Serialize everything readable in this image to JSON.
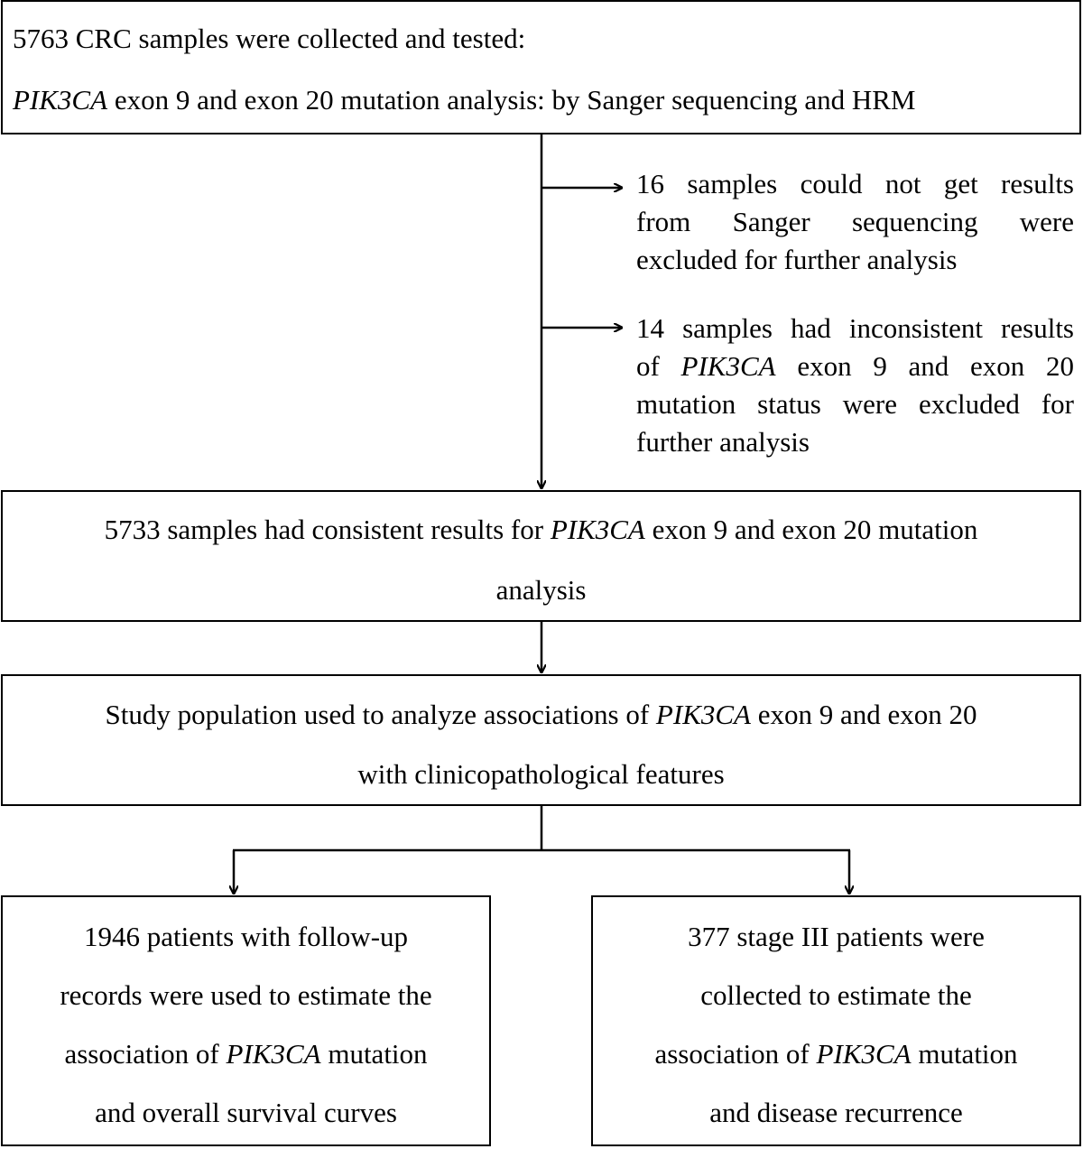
{
  "top_box": {
    "line1": "5763 CRC samples were collected and tested:",
    "line2_italic": "PIK3CA",
    "line2_rest": " exon 9 and exon 20 mutation analysis: by Sanger sequencing and HRM"
  },
  "exclusion_1": {
    "line1": "16 samples could not get results",
    "line2": "from Sanger sequencing were",
    "line3": "excluded for further analysis"
  },
  "exclusion_2": {
    "line1": "14 samples had inconsistent results",
    "line2_pre": "of ",
    "line2_italic": "PIK3CA",
    "line2_post": " exon 9 and exon 20",
    "line3": "mutation status were excluded for",
    "line4": "further analysis"
  },
  "consistent_box": {
    "line1_pre": "5733 samples had consistent results for ",
    "line1_italic": "PIK3CA",
    "line1_post": " exon 9 and exon 20 mutation",
    "line2": "analysis"
  },
  "study_box": {
    "line1_pre": "Study population used to analyze associations of ",
    "line1_italic": "PIK3CA",
    "line1_post": " exon 9 and exon 20",
    "line2": "with clinicopathological features"
  },
  "survival_box": {
    "line1": "1946 patients with follow-up",
    "line2": "records were used to estimate the",
    "line3_pre": "association of ",
    "line3_italic": "PIK3CA",
    "line3_post": " mutation",
    "line4": "and overall survival curves"
  },
  "recurrence_box": {
    "line1": "377 stage III patients were",
    "line2": "collected to estimate the",
    "line3_pre": "association of ",
    "line3_italic": "PIK3CA",
    "line3_post": " mutation",
    "line4": "and disease recurrence"
  }
}
